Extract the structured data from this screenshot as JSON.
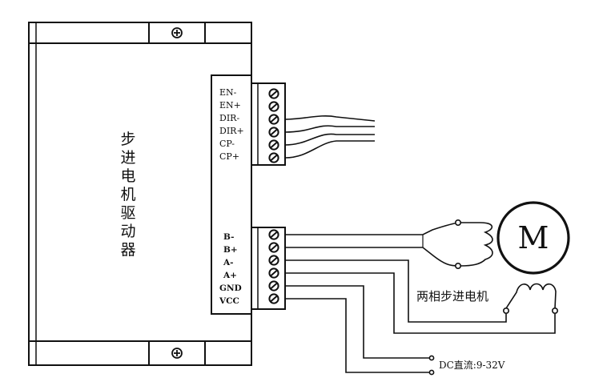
{
  "driver": {
    "title_chars": [
      "步",
      "进",
      "电",
      "机",
      "驱",
      "动",
      "器"
    ]
  },
  "signal_terminals": [
    "EN-",
    "EN+",
    "DIR-",
    "DIR+",
    "CP-",
    "CP+"
  ],
  "power_terminals": [
    "B-",
    "B+",
    "A-",
    "A+",
    "GND",
    "VCC"
  ],
  "motor": {
    "symbol": "M",
    "caption": "两相步进电机"
  },
  "power_supply": {
    "caption": "DC直流:9-32V"
  },
  "colors": {
    "stroke": "#111111",
    "background": "#ffffff"
  },
  "icons": {
    "mount_screw": "circled-plus-icon",
    "terminal_screw": "slotted-screw-icon"
  }
}
